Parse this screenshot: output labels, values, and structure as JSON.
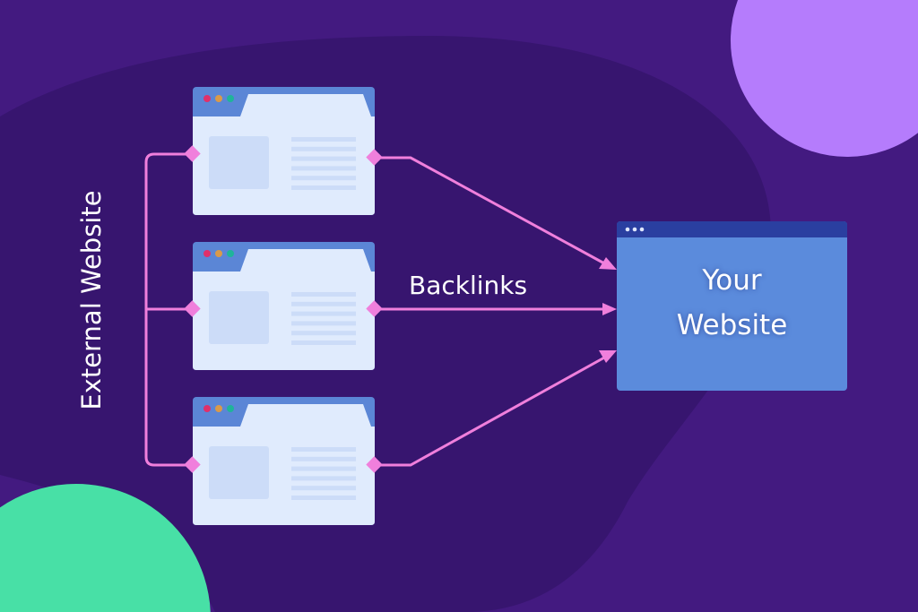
{
  "labels": {
    "external": "External Website",
    "backlinks": "Backlinks",
    "your_website_line1": "Your",
    "your_website_line2": "Website"
  },
  "colors": {
    "background": "#431a80",
    "blob": "#37156f",
    "purple_circle": "#b57cfc",
    "green_circle": "#48e0a6",
    "connector": "#f07fdc",
    "browser_header": "#5b86d6",
    "browser_body": "#e0ebfd",
    "target_header": "#2a3fa0",
    "target_body": "#5b8bdc"
  },
  "external_sites": [
    {
      "id": 1
    },
    {
      "id": 2
    },
    {
      "id": 3
    }
  ]
}
